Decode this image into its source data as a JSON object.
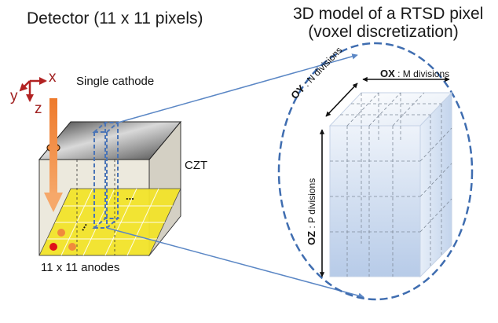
{
  "titles": {
    "left": "Detector (11 x 11 pixels)",
    "right_line1": "3D model of a RTSD pixel",
    "right_line2": "(voxel discretization)"
  },
  "labels": {
    "cathode": "Single cathode",
    "material": "CZT",
    "anodes": "11 x 11 anodes",
    "ellipsis": "..."
  },
  "axes": {
    "x": "x",
    "y": "y",
    "z": "z"
  },
  "voxel_dims": {
    "ox_axis": "OX",
    "ox_text": " : M divisions",
    "oy_axis": "OY",
    "oy_text": " : N divisions",
    "oz_axis": "OZ",
    "oz_text": " : P divisions"
  },
  "colors": {
    "axis_red": "#b22222",
    "arrow_orange": "#f08a3c",
    "anode_yellow": "#f3e42a",
    "dash_blue": "#4a74b6",
    "connector_blue": "#5b87c5",
    "czt_beige": "#ece9dd",
    "cathode_gray": "#8a8a8a",
    "voxel_blue": "#cbd9ee"
  }
}
